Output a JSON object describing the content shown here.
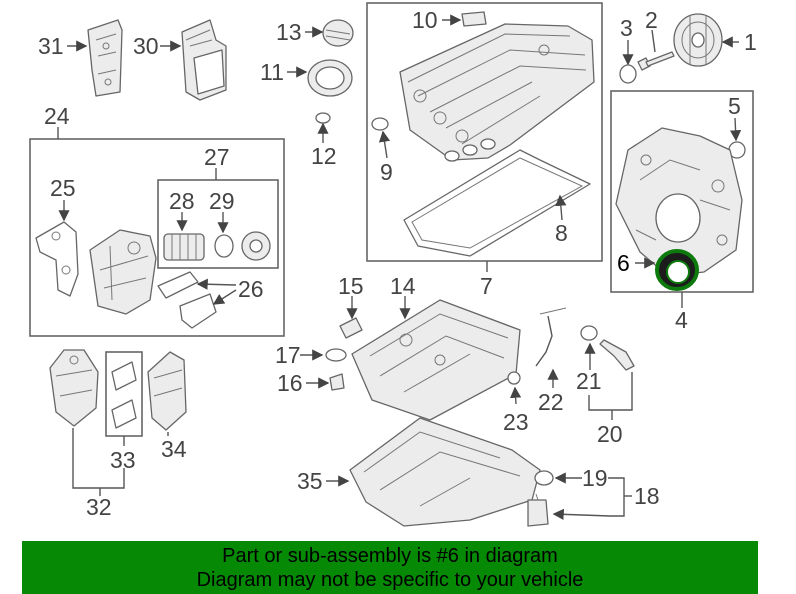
{
  "diagram": {
    "callouts": [
      "1",
      "2",
      "3",
      "4",
      "5",
      "6",
      "7",
      "8",
      "9",
      "10",
      "11",
      "12",
      "13",
      "14",
      "15",
      "16",
      "17",
      "18",
      "19",
      "20",
      "21",
      "22",
      "23",
      "24",
      "25",
      "26",
      "27",
      "28",
      "29",
      "30",
      "31",
      "32",
      "33",
      "34",
      "35"
    ],
    "highlight_color": "#0c7a0c"
  },
  "banner": {
    "line1": "Part or sub-assembly is #6 in diagram",
    "line2": "Diagram may not be specific to your vehicle",
    "background": "#068a06"
  }
}
